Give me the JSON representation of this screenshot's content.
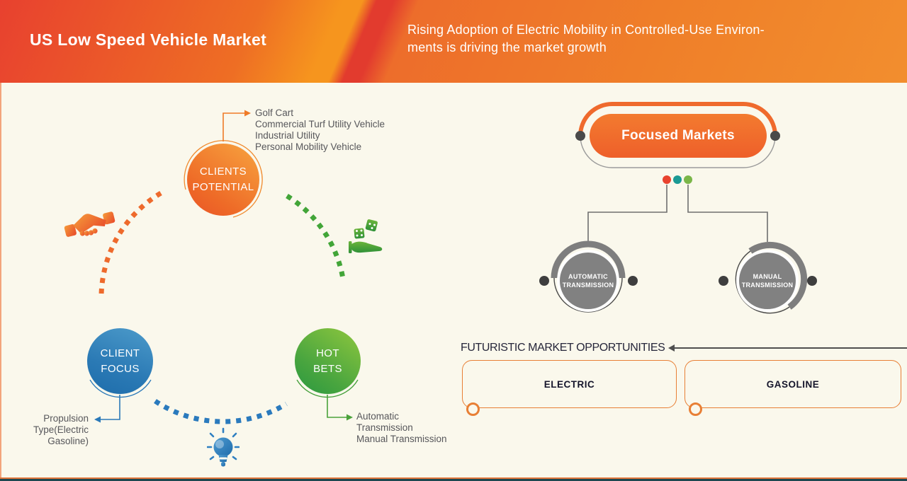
{
  "header": {
    "title": "US Low Speed Vehicle Market",
    "subtitle": "Rising Adoption of Electric Mobility in Controlled-Use Environ-\nments is driving the market growth"
  },
  "left_diagram": {
    "clients_potential": {
      "label": "CLIENTS\nPOTENTIAL",
      "items": "Golf Cart\nCommercial Turf Utility Vehicle\nIndustrial Utility\nPersonal Mobility Vehicle"
    },
    "client_focus": {
      "label": "CLIENT\nFOCUS",
      "items": "Propulsion\nType(Electric\nGasoline)"
    },
    "hot_bets": {
      "label": "HOT\nBETS",
      "items": "Automatic\nTransmission\nManual Transmission"
    },
    "icons": [
      "handshake-icon",
      "bets-dice-icon",
      "lightbulb-icon"
    ]
  },
  "right_diagram": {
    "focused_markets": "Focused Markets",
    "nodes": [
      "AUTOMATIC\nTRANSMISSION",
      "MANUAL\nTRANSMISSION"
    ],
    "opportunities": {
      "heading": "FUTURISTIC MARKET OPPORTUNITIES",
      "boxes": [
        "ELECTRIC",
        "GASOLINE"
      ]
    }
  },
  "colors": {
    "header_red": "#e8412f",
    "header_orange": "#f0832a",
    "accent_orange": "#ef6a2d",
    "blue": "#2a79b8",
    "green": "#47a33c",
    "teal_dot": "#1b9a94",
    "red_dot": "#e8432e",
    "green_dot": "#7ab648",
    "node_gray": "#818181",
    "dark_gray": "#4a4a4a",
    "cream": "#faf8ec",
    "footer_teal": "#1d4750"
  }
}
